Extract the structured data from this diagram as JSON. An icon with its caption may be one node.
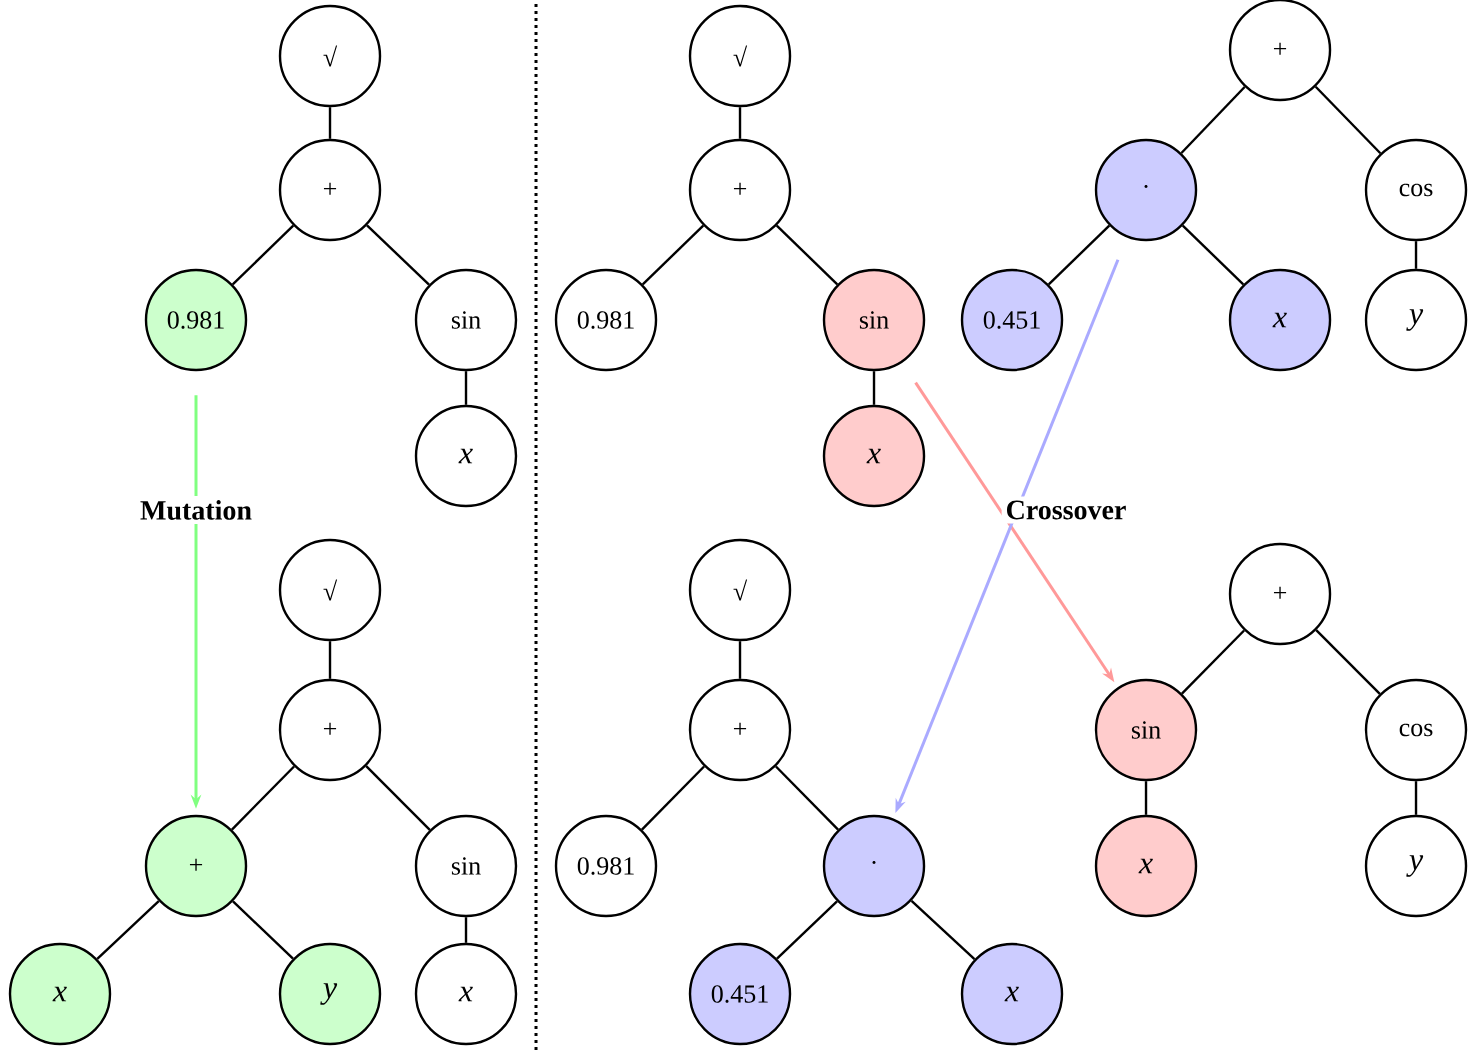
{
  "diagram": {
    "nodes": [
      {
        "text": [
          "√"
        ]
      },
      {
        "text": [
          "+"
        ]
      },
      {
        "text": [
          "0.981"
        ]
      },
      {
        "text": [
          "sin"
        ]
      },
      {
        "text": [
          "x"
        ]
      },
      {
        "text": [
          "√"
        ]
      },
      {
        "text": [
          "+"
        ]
      },
      {
        "text": [
          "0.981"
        ]
      },
      {
        "text": [
          "sin"
        ]
      },
      {
        "text": [
          "x"
        ]
      },
      {
        "text": [
          "+"
        ]
      },
      {
        "text": [
          "·"
        ]
      },
      {
        "text": [
          "0.451"
        ]
      },
      {
        "text": [
          "x"
        ]
      },
      {
        "text": [
          "cos"
        ]
      },
      {
        "text": [
          "y"
        ]
      },
      {
        "text": [
          "√"
        ]
      },
      {
        "text": [
          "+"
        ]
      },
      {
        "text": [
          "+"
        ]
      },
      {
        "text": [
          "x"
        ]
      },
      {
        "text": [
          "y"
        ]
      },
      {
        "text": [
          "sin"
        ]
      },
      {
        "text": [
          "x"
        ]
      },
      {
        "text": [
          "√"
        ]
      },
      {
        "text": [
          "+"
        ]
      },
      {
        "text": [
          "0.981"
        ]
      },
      {
        "text": [
          "·"
        ]
      },
      {
        "text": [
          "0.451"
        ]
      },
      {
        "text": [
          "x"
        ]
      },
      {
        "text": [
          "+"
        ]
      },
      {
        "text": [
          "sin"
        ]
      },
      {
        "text": [
          "x"
        ]
      },
      {
        "text": [
          "cos"
        ]
      },
      {
        "text": [
          "y"
        ]
      }
    ],
    "edges": [
      {
        "from": 0,
        "to": 1,
        "arrow": "none"
      },
      {
        "from": 1,
        "to": 2,
        "arrow": "none"
      },
      {
        "from": 1,
        "to": 3,
        "arrow": "none"
      },
      {
        "from": 3,
        "to": 4,
        "arrow": "none"
      },
      {
        "from": 5,
        "to": 6,
        "arrow": "none"
      },
      {
        "from": 6,
        "to": 7,
        "arrow": "none"
      },
      {
        "from": 6,
        "to": 8,
        "arrow": "none"
      },
      {
        "from": 8,
        "to": 9,
        "arrow": "none"
      },
      {
        "from": 10,
        "to": 11,
        "arrow": "none"
      },
      {
        "from": 10,
        "to": 14,
        "arrow": "none"
      },
      {
        "from": 11,
        "to": 12,
        "arrow": "none"
      },
      {
        "from": 11,
        "to": 13,
        "arrow": "none"
      },
      {
        "from": 14,
        "to": 15,
        "arrow": "none"
      },
      {
        "from": 16,
        "to": 17,
        "arrow": "none"
      },
      {
        "from": 17,
        "to": 18,
        "arrow": "none"
      },
      {
        "from": 17,
        "to": 21,
        "arrow": "none"
      },
      {
        "from": 18,
        "to": 19,
        "arrow": "none"
      },
      {
        "from": 18,
        "to": 20,
        "arrow": "none"
      },
      {
        "from": 21,
        "to": 22,
        "arrow": "none"
      },
      {
        "from": 23,
        "to": 24,
        "arrow": "none"
      },
      {
        "from": 24,
        "to": 25,
        "arrow": "none"
      },
      {
        "from": 24,
        "to": 26,
        "arrow": "none"
      },
      {
        "from": 26,
        "to": 27,
        "arrow": "none"
      },
      {
        "from": 26,
        "to": 28,
        "arrow": "none"
      },
      {
        "from": 29,
        "to": 30,
        "arrow": "none"
      },
      {
        "from": 29,
        "to": 32,
        "arrow": "none"
      },
      {
        "from": 30,
        "to": 31,
        "arrow": "none"
      },
      {
        "from": 32,
        "to": 33,
        "arrow": "none"
      },
      {
        "from": 2,
        "to": 18,
        "arrow": "to",
        "label": "Mutation",
        "color": "#80ff80"
      },
      {
        "from": 8,
        "to": 30,
        "arrow": "to",
        "color": "#ff9999"
      },
      {
        "from": 11,
        "to": 26,
        "arrow": "to",
        "color": "#aaaaff"
      }
    ],
    "labels": [
      "Crossover"
    ]
  }
}
